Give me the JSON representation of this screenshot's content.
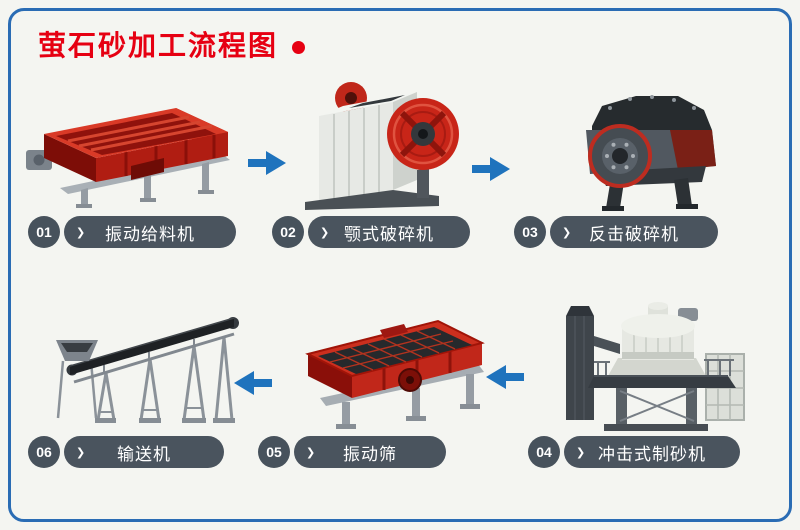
{
  "page": {
    "title": "萤石砂加工流程图",
    "background": "#f4f5f1",
    "border_color": "#2a6cb4",
    "title_color": "#e60012",
    "arrow_color": "#1f73bd",
    "badge_color": "#4a545e"
  },
  "icons": {
    "chevron": "❯",
    "title_dot": "●"
  },
  "steps": [
    {
      "number": "01",
      "label": "振动给料机",
      "machine": "vibrating-feeder"
    },
    {
      "number": "02",
      "label": "颚式破碎机",
      "machine": "jaw-crusher"
    },
    {
      "number": "03",
      "label": "反击破碎机",
      "machine": "impact-crusher"
    },
    {
      "number": "04",
      "label": "冲击式制砂机",
      "machine": "vsi-sand-maker"
    },
    {
      "number": "05",
      "label": "振动筛",
      "machine": "vibrating-screen"
    },
    {
      "number": "06",
      "label": "输送机",
      "machine": "belt-conveyor"
    }
  ],
  "flow": {
    "row1_direction": "right",
    "row2_direction": "left"
  }
}
